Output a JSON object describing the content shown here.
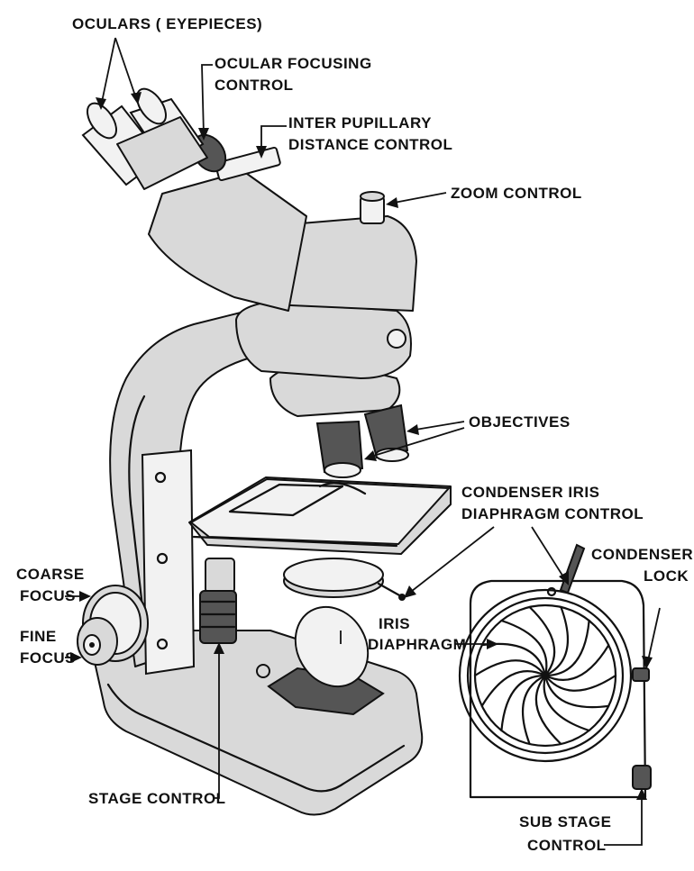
{
  "labels": {
    "oculars": "OCULARS ( EYEPIECES)",
    "ocular_focus_1": "OCULAR FOCUSING",
    "ocular_focus_2": "CONTROL",
    "interpupillary_1": "INTER PUPILLARY",
    "interpupillary_2": "DISTANCE CONTROL",
    "zoom": "ZOOM CONTROL",
    "objectives": "OBJECTIVES",
    "condenser_iris_1": "CONDENSER IRIS",
    "condenser_iris_2": "DIAPHRAGM CONTROL",
    "condenser_lock_1": "CONDENSER",
    "condenser_lock_2": "LOCK",
    "coarse_1": "COARSE",
    "coarse_2": "FOCUS",
    "fine_1": "FINE",
    "fine_2": "FOCUS",
    "iris_1": "IRIS",
    "iris_2": "DIAPHRAGM",
    "stage_control": "STAGE CONTROL",
    "sub_stage_1": "SUB STAGE",
    "sub_stage_2": "CONTROL"
  }
}
